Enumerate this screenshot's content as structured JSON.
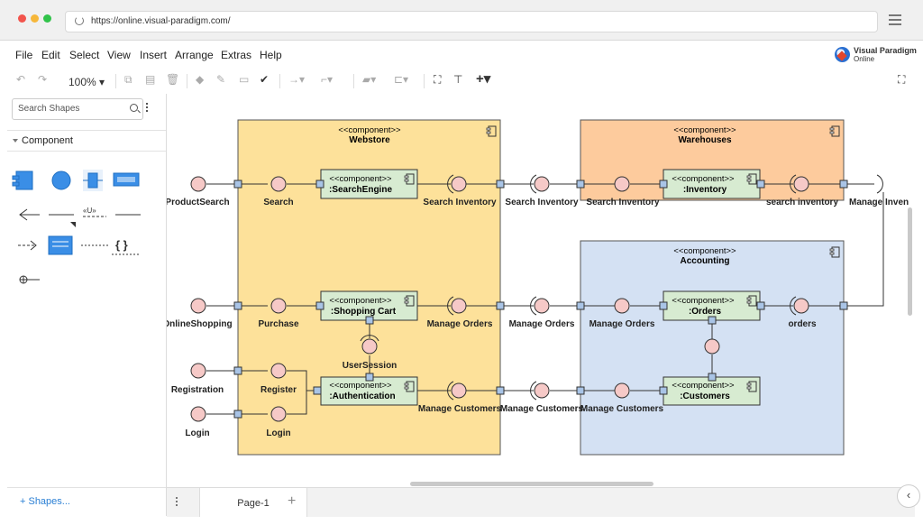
{
  "browser": {
    "url": "https://online.visual-paradigm.com/"
  },
  "menu": [
    "File",
    "Edit",
    "Select",
    "View",
    "Insert",
    "Arrange",
    "Extras",
    "Help"
  ],
  "brand": {
    "line1": "Visual Paradigm",
    "line2": "Online"
  },
  "toolbar": {
    "zoom": "100%",
    "zoom_caret": "▾"
  },
  "sidebar": {
    "search_placeholder": "Search Shapes",
    "section": "Component",
    "shapes_button": "+ Shapes..."
  },
  "pages": {
    "tab": "Page-1",
    "add": "+"
  },
  "diagram": {
    "stereotype": "<<component>>",
    "containers": {
      "webstore": "Webstore",
      "warehouses": "Warehouses",
      "accounting": "Accounting"
    },
    "components": {
      "search_engine": ":SearchEngine",
      "shopping_cart": ":Shopping Cart",
      "authentication": ":Authentication",
      "inventory": ":Inventory",
      "orders": ":Orders",
      "customers": ":Customers"
    },
    "labels": {
      "product_search": "ProductSearch",
      "search": "Search",
      "search_inventory_1": "Search Inventory",
      "search_inventory_2": "Search Inventory",
      "search_inventory_3": "Search Inventory",
      "search_inventory_lower": "search inventory",
      "manage_inventory": "Manage Inven",
      "online_shopping": "OnlineShopping",
      "purchase": "Purchase",
      "manage_orders_1": "Manage Orders",
      "manage_orders_2": "Manage Orders",
      "manage_orders_3": "Manage Orders",
      "orders": "orders",
      "user_session": "UserSession",
      "registration": "Registration",
      "register": "Register",
      "login_outer": "Login",
      "login_inner": "Login",
      "manage_customers_1": "Manage Customers",
      "manage_customers_2": "Manage Customers",
      "manage_customers_3": "Manage Customers"
    }
  },
  "colors": {
    "webstore_fill": "#fde19a",
    "warehouses_fill": "#fdcb9d",
    "accounting_fill": "#d4e1f3",
    "component_fill": "#d7ebd1",
    "interface_fill": "#f6c9c7",
    "port_fill": "#a9c4e6"
  }
}
